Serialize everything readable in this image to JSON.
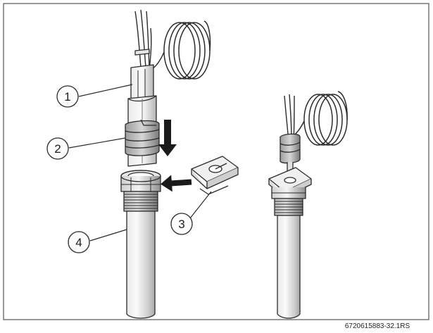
{
  "callouts": {
    "c1": "1",
    "c2": "2",
    "c3": "3",
    "c4": "4"
  },
  "figure_code": "6720615883-32.1RS",
  "colors": {
    "line": "#2b2b2b",
    "pipe_light": "#f2f2f2",
    "pipe_mid": "#d2d2d2",
    "pipe_dark": "#9a9a9a",
    "frame": "#555555",
    "background": "#ffffff"
  }
}
